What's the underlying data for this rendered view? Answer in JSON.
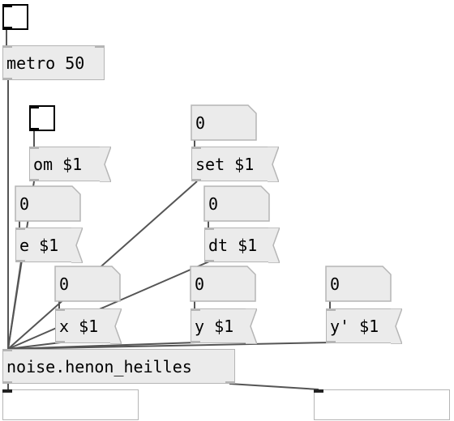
{
  "patch": {
    "metro_label": "metro 50",
    "henon_label": "noise.henon_heilles",
    "messages": {
      "om": "om $1",
      "set": "set $1",
      "e": "e $1",
      "dt": "dt $1",
      "x": "x $1",
      "y": "y $1",
      "yprime": "y' $1"
    },
    "numbers": {
      "e": "0",
      "set": "0",
      "dt": "0",
      "x": "0",
      "y": "0",
      "yprime": "0"
    }
  },
  "colors": {
    "box_fill": "#ebebeb",
    "box_border": "#b5b5b5",
    "wire": "#555555",
    "bang_border": "#000000"
  }
}
